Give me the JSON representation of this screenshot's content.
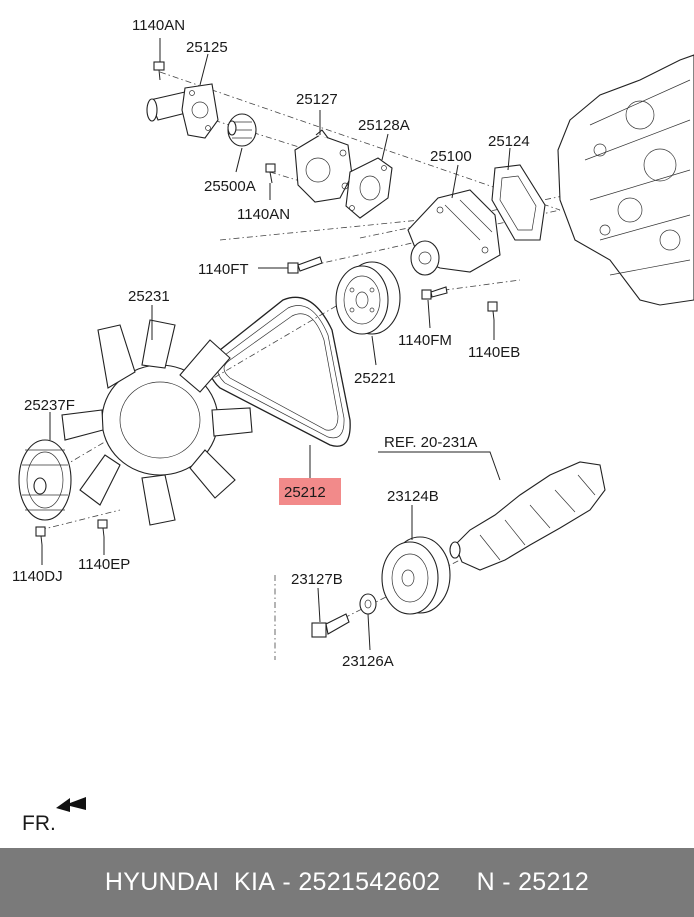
{
  "callouts": {
    "c1140AN_top": "1140AN",
    "c25125": "25125",
    "c25127": "25127",
    "c25128A": "25128A",
    "c25500A": "25500A",
    "c1140AN_mid": "1140AN",
    "c25100": "25100",
    "c25124": "25124",
    "c1140FT": "1140FT",
    "c25231": "25231",
    "c1140FM": "1140FM",
    "c1140EB": "1140EB",
    "c25221": "25221",
    "c25237F": "25237F",
    "c25212": "25212",
    "cRef": "REF. 20-231A",
    "c23124B": "23124B",
    "c1140DJ": "1140DJ",
    "c1140EP": "1140EP",
    "c23127B": "23127B",
    "c23126A": "23126A"
  },
  "highlight_color": "#f28a8a",
  "orientation": {
    "label": "FR."
  },
  "footer": {
    "brand": "HYUNDAI  KIA",
    "sep1": " - ",
    "oem_number": "2521542602",
    "gap": "     ",
    "n_label": "N",
    "sep2": " - ",
    "n_value": "25212"
  }
}
